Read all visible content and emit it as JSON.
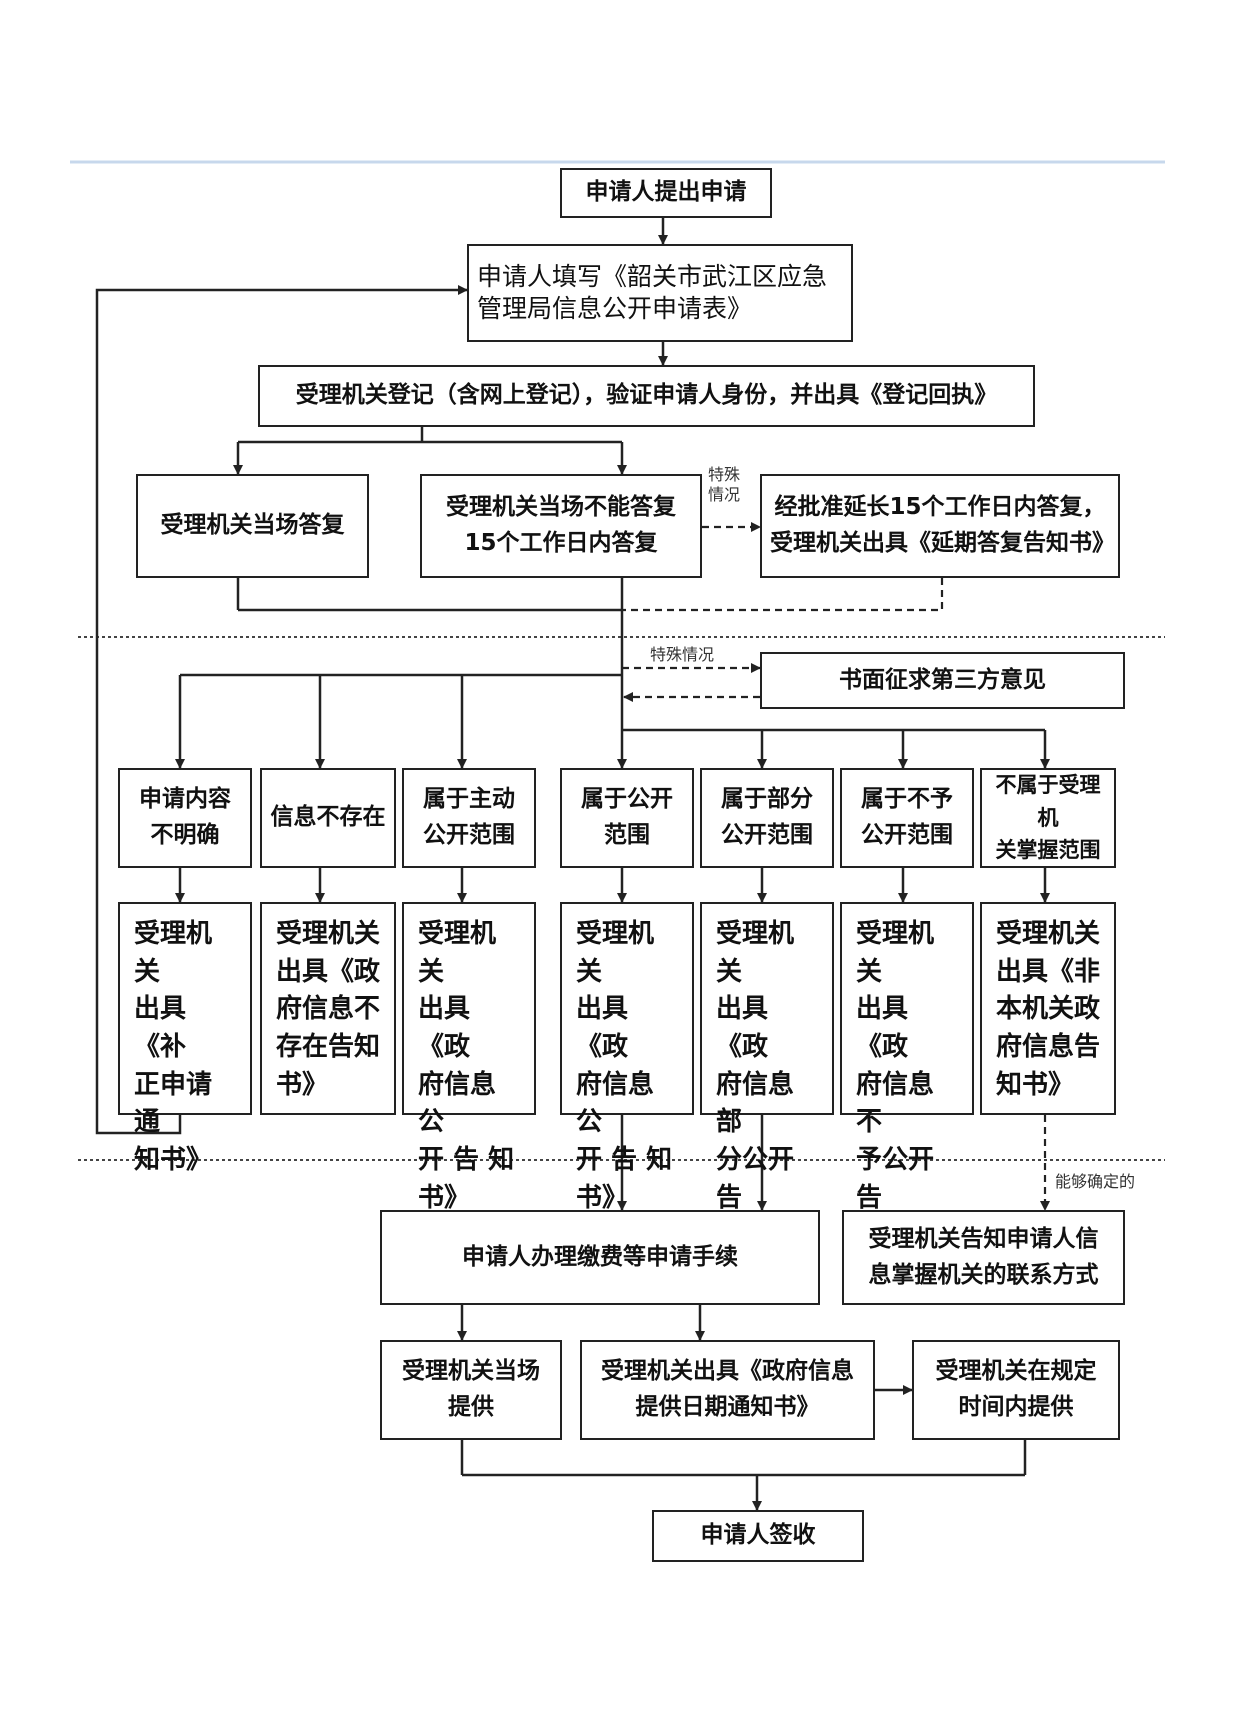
{
  "steps": {
    "apply": "申请人提出申请",
    "fill_form": "申请人填写《韶关市武江区应急\n管理局信息公开申请表》",
    "register": "受理机关登记（含网上登记），验证申请人身份，并出具《登记回执》",
    "reply_onsite": "受理机关当场答复",
    "reply_15days": "受理机关当场不能答复\n15个工作日内答复",
    "extend": "经批准延长15个工作日内答复，\n受理机关出具《延期答复告知书》",
    "third_party": "书面征求第三方意见",
    "pay_fees": "申请人办理缴费等申请手续",
    "inform_contact": "受理机关告知申请人信\n息掌握机关的联系方式",
    "provide_onsite": "受理机关当场\n提供",
    "date_notice": "受理机关出具《政府信息\n提供日期通知书》",
    "provide_deadline": "受理机关在规定\n时间内提供",
    "sign": "申请人签收"
  },
  "categories": [
    {
      "label": "申请内容\n不明确",
      "result": "受理机关\n出具《补\n正申请通\n知书》"
    },
    {
      "label": "信息不存在",
      "result": "受理机关\n出具《政\n府信息不\n存在告知\n书》"
    },
    {
      "label": "属于主动\n公开范围",
      "result": "受理机关\n出具《政\n府信息公\n开 告 知\n书》"
    },
    {
      "label": "属于公开\n范围",
      "result": "受理机关\n出具《政\n府信息公\n开 告 知\n书》"
    },
    {
      "label": "属于部分\n公开范围",
      "result": "受理机关\n出具《政\n府信息部\n分公开告\n知书》"
    },
    {
      "label": "属于不予\n公开范围",
      "result": "受理机关\n出具《政\n府信息不\n予公开告\n知书》"
    },
    {
      "label": "不属于受理机\n关掌握范围",
      "result": "受理机关\n出具《非\n本机关政\n府信息告\n知书》"
    }
  ],
  "notes": {
    "special_case_1": "特殊\n情况",
    "special_case_2": "特殊情况",
    "can_determine": "能够确定的"
  }
}
